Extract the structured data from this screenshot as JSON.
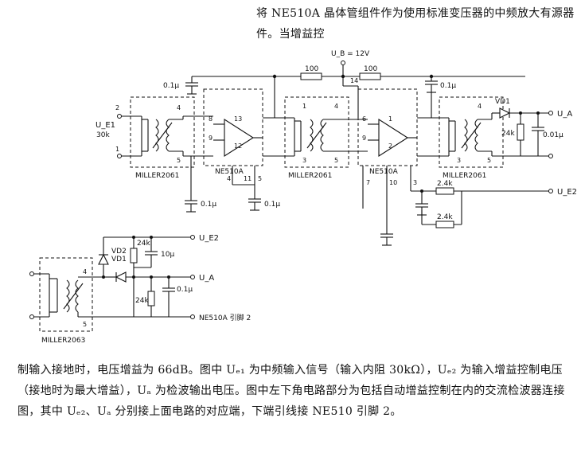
{
  "text": {
    "top": "将 NE510A 晶体管组件作为使用标准变压器的中频放大有源器件。当增益控",
    "bottom": "制输入接地时，电压增益为 66dB。图中 Uₑ₁ 为中频输入信号（输入内阻 30kΩ），Uₑ₂ 为输入增益控制电压（接地时为最大增益），Uₐ 为检波输出电压。图中左下角电路部分为包括自动增益控制在内的交流检波器连接图，其中 Uₑ₂、Uₐ 分别接上面电路的对应端，下端引线接 NE510 引脚 2。"
  },
  "labels": {
    "supply": "U_B = 12V",
    "r100a": "100",
    "r100b": "100",
    "c01a": "0.1μ",
    "c01b": "0.1μ",
    "c01c": "0.1μ",
    "c01d": "0.1μ",
    "c01e": "0.1μ",
    "c001": "0.01μ",
    "ue1": "U_E1",
    "r30k": "30k",
    "miller1": "MILLER2061",
    "miller2": "MILLER2061",
    "miller3": "MILLER2061",
    "miller4": "MILLER2063",
    "ne1": "NE510A",
    "ne2": "NE510A",
    "vd1": "VD1",
    "vd1b": "VD1",
    "vd2": "VD2",
    "ua": "U_A",
    "ua2": "U_A",
    "ue2": "U_E2",
    "ue2b": "U_E2",
    "r24ka": "24k",
    "r24kb": "24k",
    "r24kc": "24k",
    "r24kd": "2.4k",
    "r24ke": "2.4k",
    "c10": "10μ",
    "pin2note": "NE510A 引脚 2",
    "p2": "2",
    "p1": "1",
    "p4a": "4",
    "p5a": "5",
    "p8": "8",
    "p9a": "9",
    "p13": "13",
    "p12": "12",
    "p4b": "4",
    "p11": "11",
    "p5b": "5",
    "p1b": "1",
    "p4c": "4",
    "p3": "3",
    "p5c": "5",
    "p14": "14",
    "p6": "6",
    "p9b": "9",
    "p1c": "1",
    "p2b": "2",
    "p7": "7",
    "p10": "10",
    "p3b": "3",
    "p4d": "4",
    "p3c": "3",
    "p5d": "5",
    "p4e": "4",
    "p5e": "5"
  }
}
